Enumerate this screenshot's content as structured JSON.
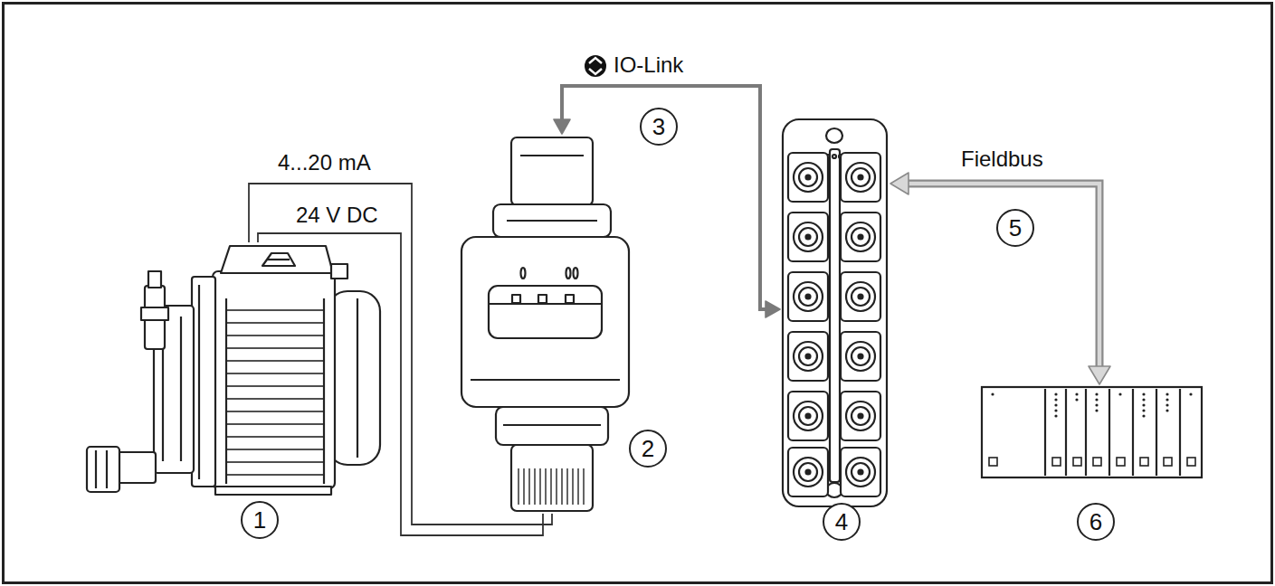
{
  "diagram": {
    "nodes": [
      {
        "text": [
          "1"
        ]
      },
      {
        "text": [
          "2"
        ]
      },
      {
        "text": [
          "4"
        ]
      },
      {
        "text": [
          "6"
        ]
      }
    ],
    "edges": [
      {
        "from": 0,
        "to": 1,
        "label": "4...20 mA",
        "arrow": "none"
      },
      {
        "from": 0,
        "to": 1,
        "label": "24 V DC",
        "arrow": "none"
      },
      {
        "from": 1,
        "to": 2,
        "label": "IO-Link",
        "arrow": "both"
      },
      {
        "from": 2,
        "to": 3,
        "label": "Fieldbus",
        "arrow": "both"
      }
    ],
    "labels": [
      "3",
      "5"
    ]
  }
}
